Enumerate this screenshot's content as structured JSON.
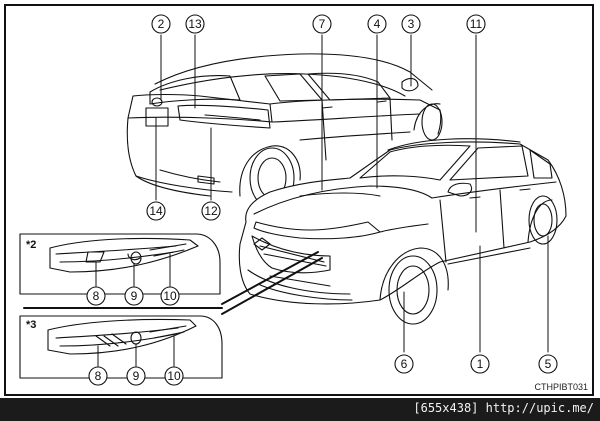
{
  "callouts": {
    "c1": "1",
    "c2": "2",
    "c3": "3",
    "c4": "4",
    "c5": "5",
    "c6": "6",
    "c7": "7",
    "c8a": "8",
    "c9a": "9",
    "c10a": "10",
    "c8b": "8",
    "c9b": "9",
    "c10b": "10",
    "c11": "11",
    "c12": "12",
    "c13": "13",
    "c14": "14"
  },
  "variants": {
    "v2": "*2",
    "v3": "*3"
  },
  "doc_code": "CTHPIBT031",
  "footer": {
    "text": "[655x438] http://upic.me/"
  }
}
